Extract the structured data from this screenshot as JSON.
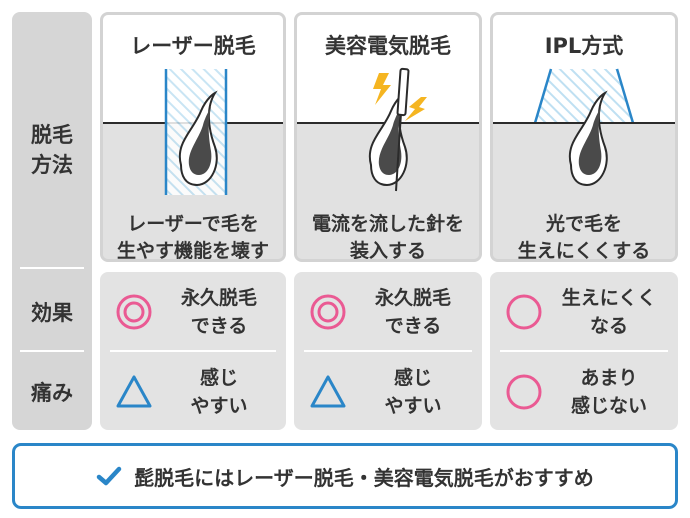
{
  "row_labels": {
    "method": [
      "脱毛",
      "方法"
    ],
    "effect": "効果",
    "pain": "痛み"
  },
  "methods": [
    {
      "title": "レーザー脱毛",
      "desc": [
        "レーザーで毛を",
        "生やす機能を壊す"
      ],
      "icon": "laser-beam-hair-illustration"
    },
    {
      "title": "美容電気脱毛",
      "desc": [
        "電流を流した針を",
        "装入する"
      ],
      "icon": "electric-needle-hair-illustration"
    },
    {
      "title": "IPL方式",
      "desc": [
        "光で毛を",
        "生えにくくする"
      ],
      "icon": "ipl-light-hair-illustration"
    }
  ],
  "effect": [
    {
      "symbol": "double-circle",
      "text": [
        "永久脱毛",
        "できる"
      ]
    },
    {
      "symbol": "double-circle",
      "text": [
        "永久脱毛",
        "できる"
      ]
    },
    {
      "symbol": "circle",
      "text": [
        "生えにくく",
        "なる"
      ]
    }
  ],
  "pain": [
    {
      "symbol": "triangle",
      "text": [
        "感じ",
        "やすい"
      ]
    },
    {
      "symbol": "triangle",
      "text": [
        "感じ",
        "やすい"
      ]
    },
    {
      "symbol": "circle",
      "text": [
        "あまり",
        "感じない"
      ]
    }
  ],
  "conclusion": {
    "icon": "check-icon",
    "text": "髭脱毛にはレーザー脱毛・美容電気脱毛がおすすめ"
  },
  "colors": {
    "pink": "#ea5a93",
    "blue": "#2a86c8",
    "label_bg": "#d6d6d6",
    "card_bg": "#e1e1e1"
  }
}
